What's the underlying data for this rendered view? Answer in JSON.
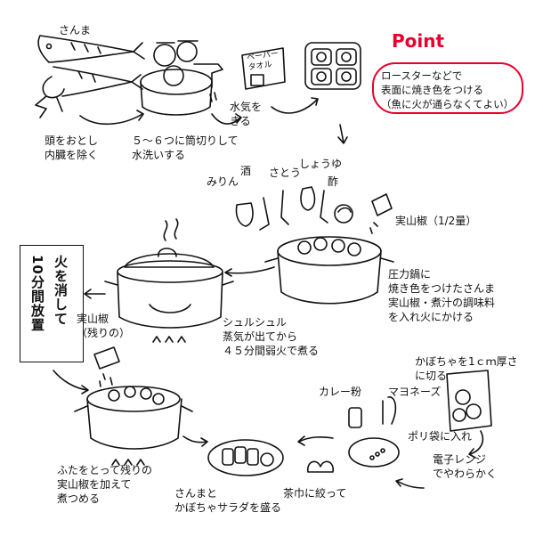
{
  "header": {
    "point_title": "Point",
    "point_note": "ロースターなどで\n表面に焼き色をつける\n（魚に火が通らなくてよい）"
  },
  "ingredients": {
    "sanma": "さんま",
    "paper_towel": "ペーパー\nタオル",
    "sake": "酒",
    "mirin": "みりん",
    "sugar": "さとう",
    "soy_sauce": "しょうゆ",
    "vinegar": "酢",
    "sansho_half": "実山椒（1/2量）",
    "sansho_rest": "実山椒\n（残りの）",
    "curry_powder": "カレー粉",
    "mayonnaise": "マヨネーズ"
  },
  "steps": {
    "s1": "頭をおとし\n内臓を除く",
    "s2": "５～６つに筒切りして\n水洗いする",
    "s3": "水気を\nきる",
    "s4": "圧力鍋に\n焼き色をつけたさんま\n実山椒・煮汁の調味料\nを入れ火にかける",
    "s5": "シュルシュル\n蒸気が出てから\n４５分間弱火で煮る",
    "s6_a": "火を消して",
    "s6_b": "10分間放置",
    "s7": "ふたをとって残りの\n実山椒を加えて\n煮つめる",
    "s8": "かぼちゃを1ｃｍ厚さ\nに切る",
    "s9": "ポリ袋に入れ",
    "s10": "電子レンジ\nでやわらかく",
    "s11": "茶巾に絞って",
    "s12": "さんまと\nかぼちゃサラダを盛る"
  },
  "colors": {
    "accent": "#e8002d",
    "ink": "#111111"
  }
}
